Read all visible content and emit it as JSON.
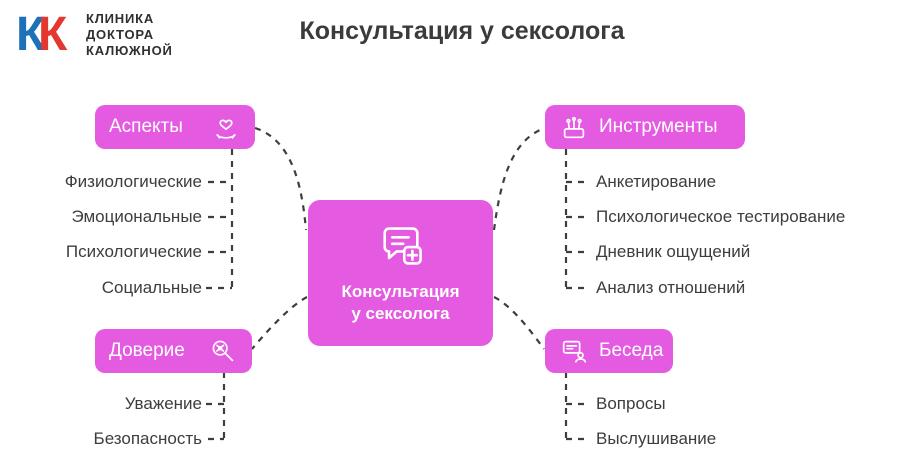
{
  "logo": {
    "line1": "КЛИНИКА",
    "line2": "ДОКТОРА",
    "line3": "КАЛЮЖНОЙ",
    "mark_letter": "К"
  },
  "title": "Консультация у сексолога",
  "center": {
    "line1": "Консультация",
    "line2": "у сексолога",
    "icon": "chat-medical-cross-icon"
  },
  "branches": {
    "aspects": {
      "label": "Аспекты",
      "icon": "hand-heart-icon",
      "children": [
        "Физиологические",
        "Эмоциональные",
        "Психологические",
        "Социальные"
      ]
    },
    "tools": {
      "label": "Инструменты",
      "icon": "toolbox-plants-icon",
      "children": [
        "Анкетирование",
        "Психологическое тестирование",
        "Дневник ощущений",
        "Анализ отношений"
      ]
    },
    "trust": {
      "label": "Доверие",
      "icon": "magnifier-bug-icon",
      "children": [
        "Уважение",
        "Безопасность"
      ]
    },
    "talk": {
      "label": "Беседа",
      "icon": "presenter-chat-icon",
      "children": [
        "Вопросы",
        "Выслушивание"
      ]
    }
  },
  "colors": {
    "node_magenta": "#e45be2",
    "text_dark": "#3c3c3c",
    "connector": "#3e3e3e",
    "logo_blue": "#1d71b8",
    "logo_red": "#e2382f"
  }
}
